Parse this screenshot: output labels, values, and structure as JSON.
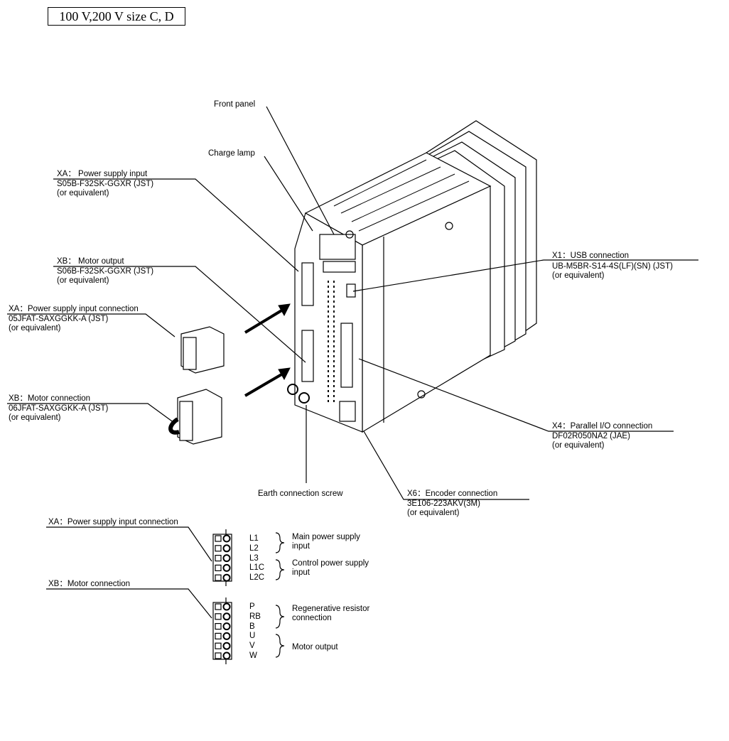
{
  "title": "100 V,200 V size C, D",
  "callouts": {
    "front_panel": "Front panel",
    "charge_lamp": "Charge lamp",
    "xa_input": {
      "title": "XA： Power supply input",
      "part": "S05B-F32SK-GGXR (JST)",
      "note": "(or equivalent)"
    },
    "xb_output": {
      "title": "XB： Motor output",
      "part": "S06B-F32SK-GGXR (JST)",
      "note": "(or equivalent)"
    },
    "xa_conn": {
      "title": "XA：Power supply input connection",
      "part": "05JFAT-SAXGGKK-A (JST)",
      "note": "(or equivalent)"
    },
    "xb_conn": {
      "title": "XB：Motor connection",
      "part": "06JFAT-SAXGGKK-A (JST)",
      "note": "(or equivalent)"
    },
    "x1": {
      "title": "X1：USB connection",
      "part": "UB-M5BR-S14-4S(LF)(SN) (JST)",
      "note": "(or equivalent)"
    },
    "x4": {
      "title": "X4：Parallel I/O connection",
      "part": "DF02R050NA2 (JAE)",
      "note": "(or equivalent)"
    },
    "x6": {
      "title": "X6：Encoder connection",
      "part": "3E106-223AKV(3M)",
      "note": "(or equivalent)"
    },
    "earth": "Earth connection screw"
  },
  "pinout": {
    "xa": {
      "title": "XA：Power supply input connection",
      "pins": [
        "L1",
        "L2",
        "L3",
        "L1C",
        "L2C"
      ],
      "groups": [
        {
          "label1": "Main power supply",
          "label2": "input"
        },
        {
          "label1": "Control power supply",
          "label2": "input"
        }
      ]
    },
    "xb": {
      "title": "XB：Motor connection",
      "pins": [
        "P",
        "RB",
        "B",
        "U",
        "V",
        "W"
      ],
      "groups": [
        {
          "label1": "Regenerative resistor",
          "label2": "connection"
        },
        {
          "label1": "Motor output",
          "label2": ""
        }
      ]
    }
  }
}
